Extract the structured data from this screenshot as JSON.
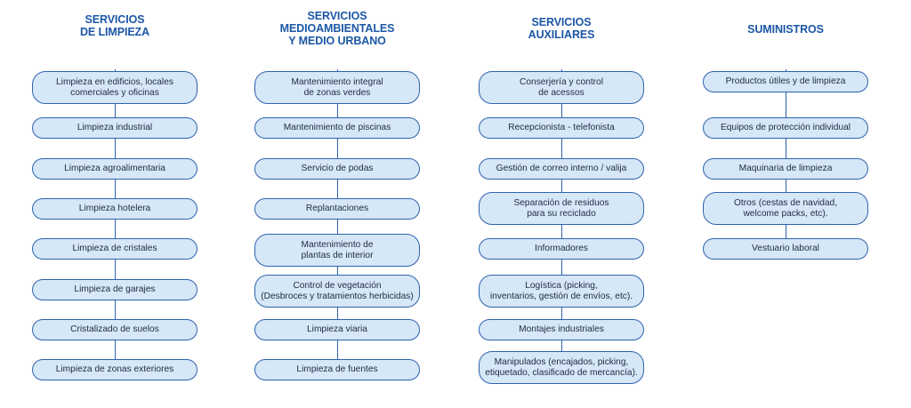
{
  "columns": [
    {
      "title": "SERVICIOS\nDE LIMPIEZA",
      "items": [
        "Limpieza en edificios, locales\ncomerciales y oficinas",
        "Limpieza industrial",
        "Limpieza agroalimentaria",
        "Limpieza hotelera",
        "Limpieza de cristales",
        "Limpieza de garajes",
        "Cristalizado de suelos",
        "Limpieza de zonas exteriores"
      ]
    },
    {
      "title": "SERVICIOS\nMEDIOAMBIENTALES\nY MEDIO URBANO",
      "items": [
        "Mantenimiento integral\nde zonas verdes",
        "Mantenimiento de piscinas",
        "Servicio de podas",
        "Replantaciones",
        "Mantenimiento de\nplantas de interior",
        "Control de vegetación\n(Desbroces y tratamientos herbicidas)",
        "Limpieza viaria",
        "Limpieza de fuentes"
      ]
    },
    {
      "title": "SERVICIOS\nAUXILIARES",
      "items": [
        "Conserjería y control\nde acessos",
        "Recepcionista - telefonista",
        "Gestión de correo interno / valija",
        "Separación de residuos\npara su reciclado",
        "Informadores",
        "Logística (picking,\ninventarios, gestión de envíos, etc).",
        "Montajes industriales",
        "Manipulados (encajados, picking,\netiquetado, clasificado de mercancía)."
      ]
    },
    {
      "title": "SUMINISTROS",
      "items": [
        "Productos útiles y de limpieza",
        "Equipos de protección individual",
        "Maquinaria de limpieza",
        "Otros (cestas de navidad,\nwelcome packs, etc).",
        "Vestuario laboral"
      ]
    }
  ],
  "colors": {
    "title": "#1b57a6",
    "box_fill": "#d6e7f7",
    "box_border": "#2e63ad",
    "box_text": "#1f2a44"
  }
}
